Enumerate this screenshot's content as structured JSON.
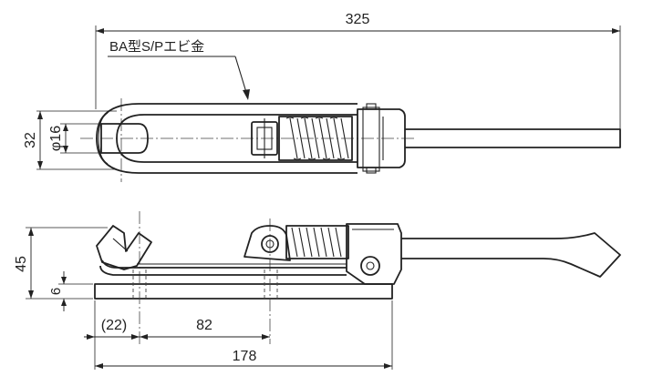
{
  "title": "BA型S/Pエビ金",
  "dimensions": {
    "overall_length": "325",
    "height_top": "32",
    "diameter": "φ16",
    "height_side": "45",
    "base_thickness": "6",
    "offset": "(22)",
    "pitch": "82",
    "base_length": "178"
  }
}
